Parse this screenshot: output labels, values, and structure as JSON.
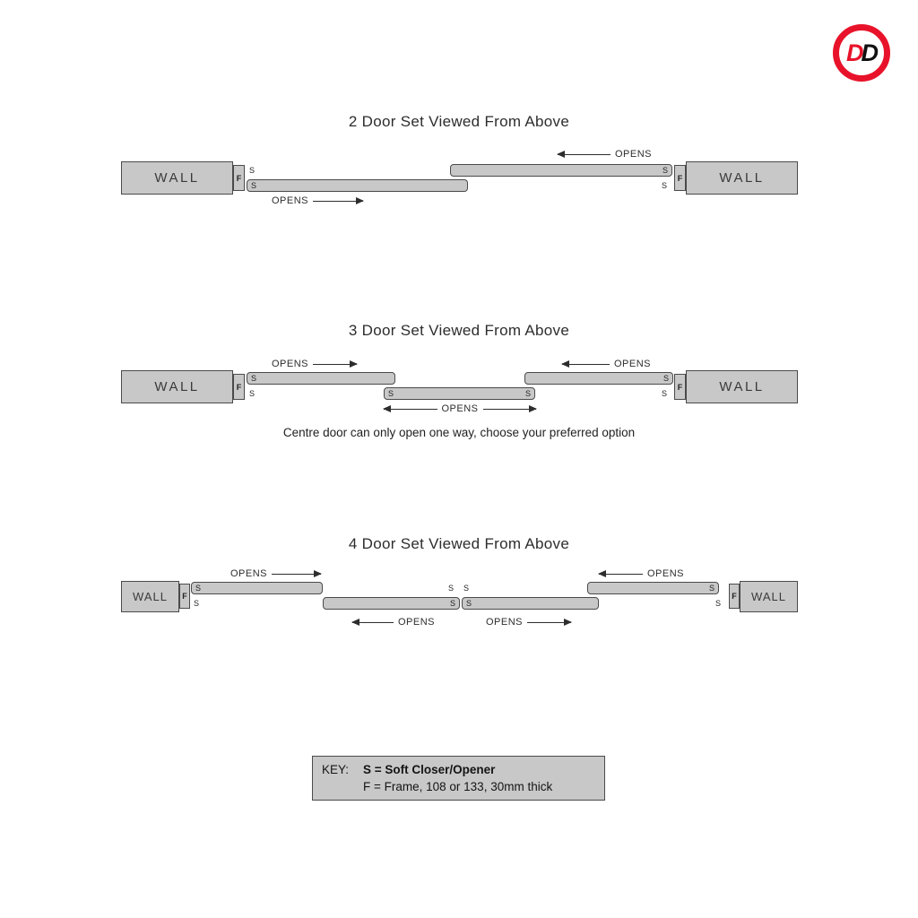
{
  "logo": {
    "letter1": "D",
    "letter2": "D"
  },
  "labels": {
    "wall": "WALL",
    "frame": "F",
    "soft": "S",
    "opens": "OPENS"
  },
  "sections": {
    "two_door": {
      "title": "2 Door Set Viewed From Above"
    },
    "three_door": {
      "title": "3 Door Set Viewed From Above",
      "caption": "Centre door can only open one way, choose your preferred option"
    },
    "four_door": {
      "title": "4 Door Set Viewed From Above"
    }
  },
  "key": {
    "label": "KEY:",
    "soft_line": "S = Soft Closer/Opener",
    "frame_line": "F = Frame, 108 or 133, 30mm thick"
  }
}
